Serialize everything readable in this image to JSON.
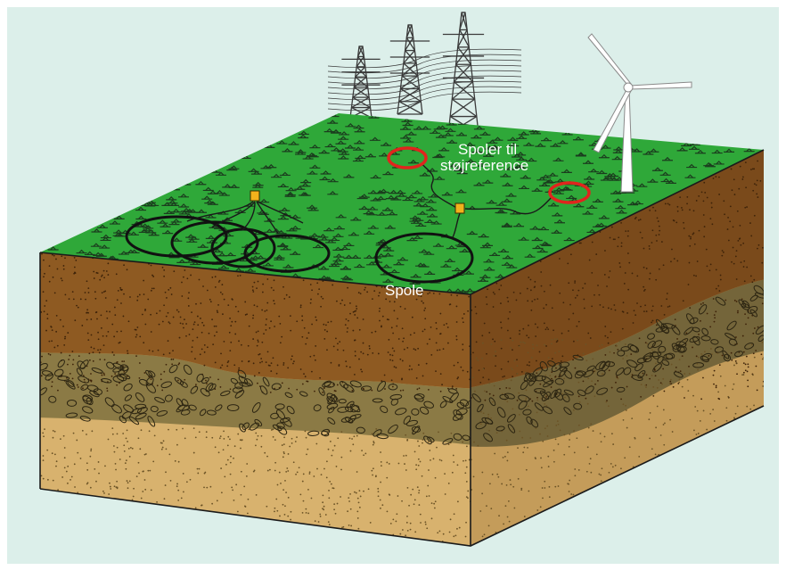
{
  "labels": {
    "noise_coils_line1": "Spoler til",
    "noise_coils_line2": "støjreference",
    "coil": "Spole"
  },
  "colors": {
    "background": "#dcefea",
    "grass": "#2fa839",
    "grass_mark": "#1b3d1e",
    "topsoil": "#8e5a22",
    "topsoil_side": "#7a4a1b",
    "gravel": "#8b7a45",
    "gravel_side": "#74653a",
    "sand": "#d8b26e",
    "sand_side": "#c49c5a",
    "coil_cable": "#111111",
    "reference_coil": "#e0251d",
    "receiver_box": "#f2b21c",
    "pylon": "#3b3b3b",
    "turbine": "#ffffff"
  },
  "icons": [
    "power-pylon-icon",
    "wind-turbine-icon",
    "receiver-box-icon",
    "reference-coil-icon",
    "coil-loop-icon"
  ]
}
